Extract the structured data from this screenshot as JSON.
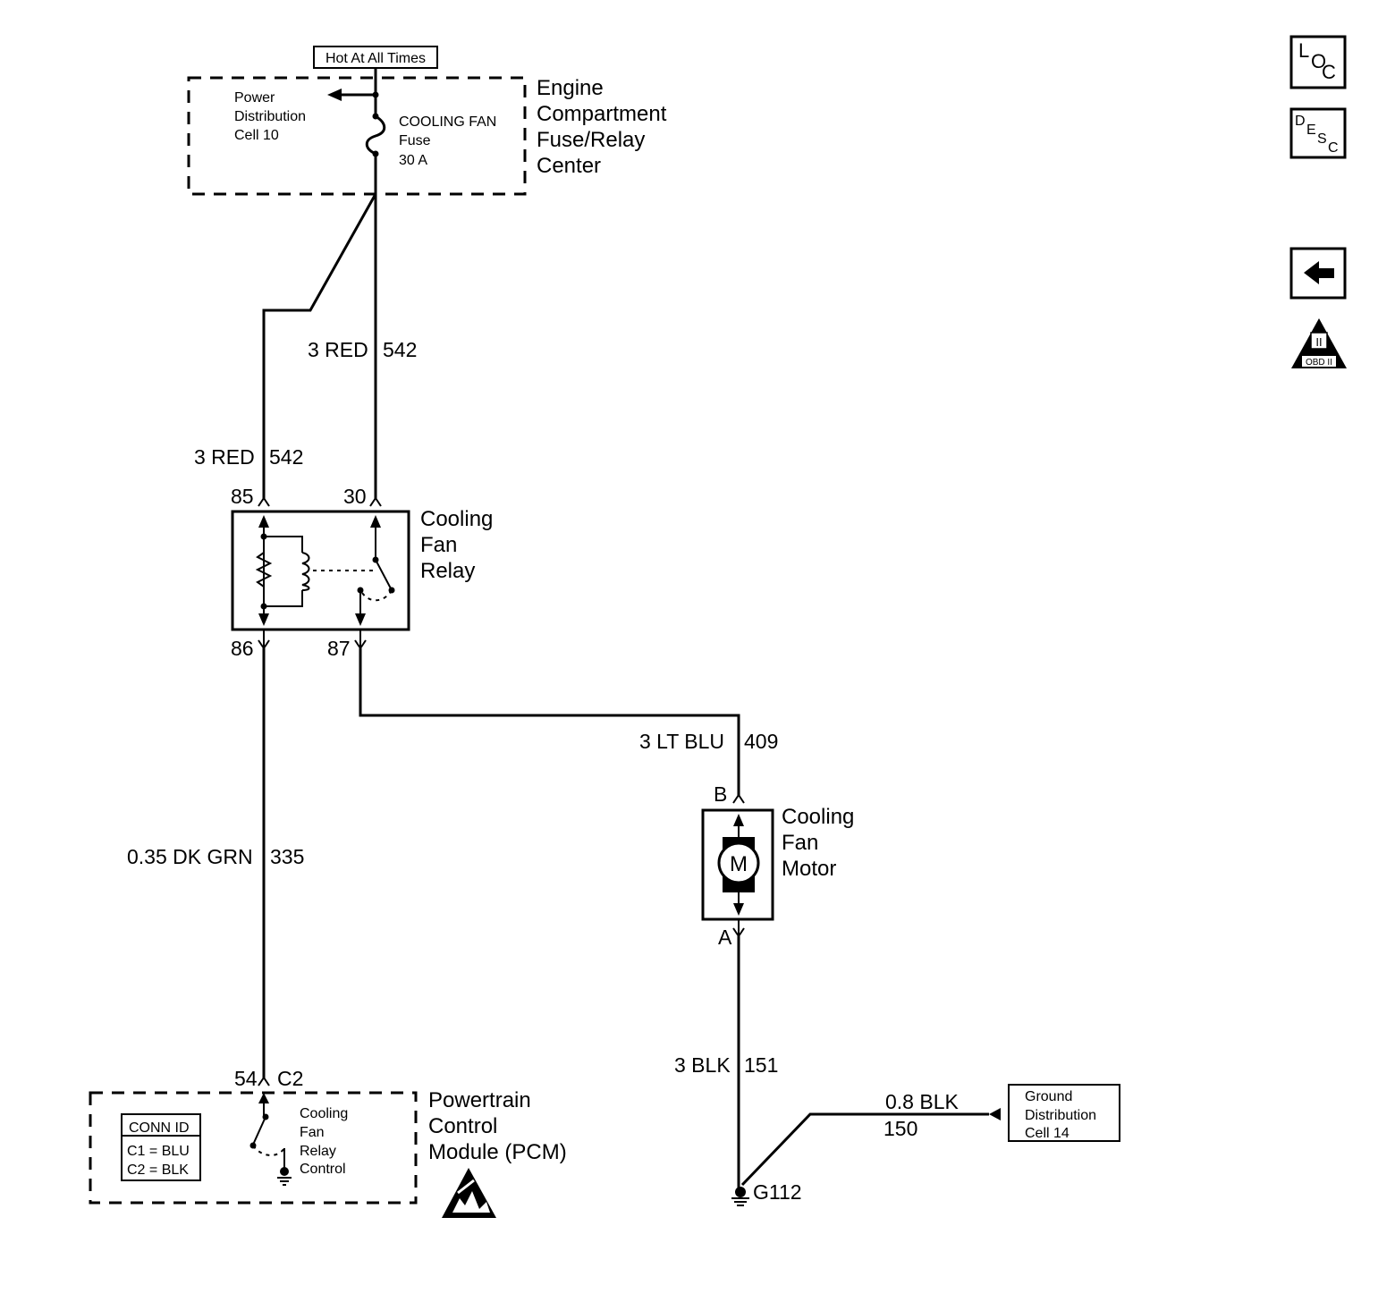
{
  "hot_label": "Hot At All Times",
  "fuse_center": {
    "name_lines": [
      "Engine",
      "Compartment",
      "Fuse/Relay",
      "Center"
    ],
    "power_dist_lines": [
      "Power",
      "Distribution",
      "Cell 10"
    ],
    "fuse_lines": [
      "COOLING FAN",
      "Fuse",
      "30 A"
    ]
  },
  "wires": {
    "w542_upper": "3 RED",
    "w542_upper_num": "542",
    "w542_left": "3 RED",
    "w542_left_num": "542",
    "w335": "0.35 DK GRN",
    "w335_num": "335",
    "w409": "3 LT BLU",
    "w409_num": "409",
    "w151": "3 BLK",
    "w151_num": "151",
    "w150": "0.8 BLK",
    "w150_num": "150"
  },
  "relay": {
    "name_lines": [
      "Cooling",
      "Fan",
      "Relay"
    ],
    "pin85": "85",
    "pin30": "30",
    "pin86": "86",
    "pin87": "87"
  },
  "motor": {
    "name_lines": [
      "Cooling",
      "Fan",
      "Motor"
    ],
    "symbol": "M",
    "pinB": "B",
    "pinA": "A"
  },
  "pcm": {
    "name_lines": [
      "Powertrain",
      "Control",
      "Module (PCM)"
    ],
    "pin": "54",
    "connector": "C2",
    "conn_id_title": "CONN ID",
    "conn_id_rows": [
      "C1 = BLU",
      "C2 = BLK"
    ],
    "control_lines": [
      "Cooling",
      "Fan",
      "Relay",
      "Control"
    ]
  },
  "ground": {
    "label": "G112",
    "dist_lines": [
      "Ground",
      "Distribution",
      "Cell 14"
    ]
  },
  "side_icons": {
    "loc": [
      "L",
      "O",
      "C"
    ],
    "desc": [
      "D",
      "E",
      "S",
      "C"
    ],
    "obd": "OBD II",
    "obd_mark": "II"
  }
}
